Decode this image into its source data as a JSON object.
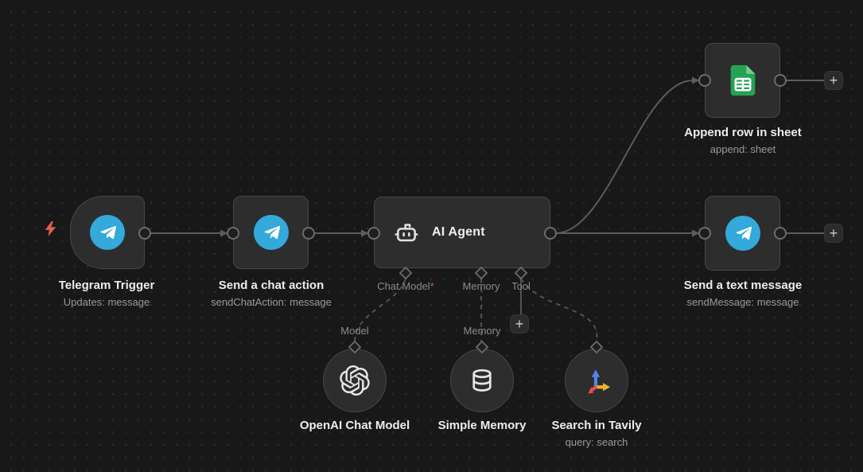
{
  "app": {
    "name": "n8n workflow canvas"
  },
  "colors": {
    "canvas_bg": "#181818",
    "grid_dot": "#2c2c2d",
    "node_bg": "#2d2d2e",
    "node_border": "#47474a",
    "wire": "#5c5c5e",
    "title_text": "#ededed",
    "subtitle_text": "#9a9a9b",
    "port_label_text": "#8b8b8d",
    "required_asterisk": "#d8555f",
    "telegram_blue": "#33a9dc",
    "sheets_green": "#23a353",
    "sheets_fold_green": "#79c993",
    "trigger_bolt_orange": "#e0604c",
    "tavily_blue": "#4e86ee",
    "tavily_yellow": "#eeb229",
    "tavily_red": "#e8504f"
  },
  "nodes": {
    "telegram_trigger": {
      "title": "Telegram Trigger",
      "subtitle": "Updates: message",
      "icon": "telegram-icon"
    },
    "send_chat_action": {
      "title": "Send a chat action",
      "subtitle": "sendChatAction: message",
      "icon": "telegram-icon"
    },
    "ai_agent": {
      "title": "AI Agent",
      "icon": "bot-icon",
      "connectors": {
        "chat_model": {
          "label": "Chat Model",
          "required_mark": "*"
        },
        "memory": {
          "label": "Memory"
        },
        "tool": {
          "label": "Tool"
        }
      }
    },
    "append_row_in_sheet": {
      "title": "Append row in sheet",
      "subtitle": "append: sheet",
      "icon": "google-sheets-icon"
    },
    "send_a_text_message": {
      "title": "Send a text message",
      "subtitle": "sendMessage: message",
      "icon": "telegram-icon"
    },
    "openai_chat_model": {
      "title": "OpenAI Chat Model",
      "port_label": "Model",
      "icon": "openai-icon"
    },
    "simple_memory": {
      "title": "Simple Memory",
      "port_label": "Memory",
      "icon": "database-icon"
    },
    "search_in_tavily": {
      "title": "Search in Tavily",
      "subtitle": "query: search",
      "icon": "tavily-arrows-icon"
    }
  },
  "controls": {
    "plus_label": "+"
  }
}
